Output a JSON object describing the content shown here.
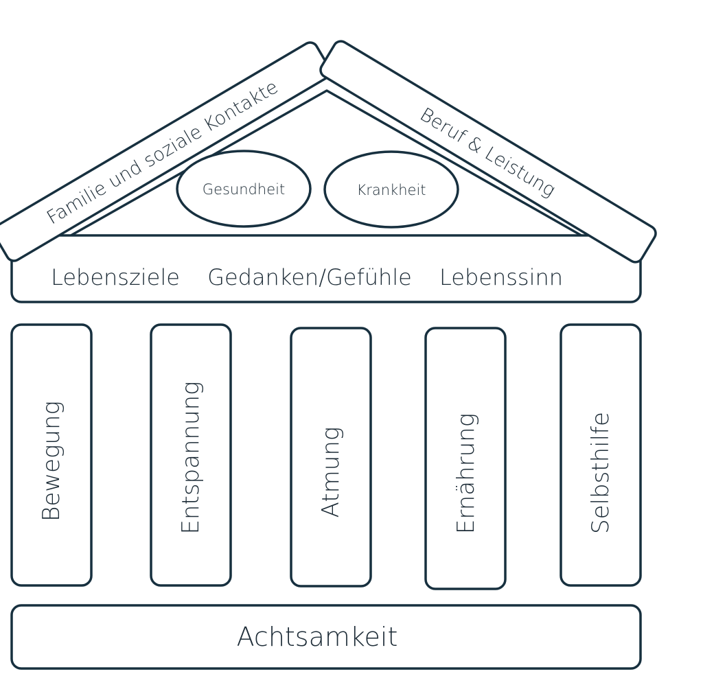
{
  "roof": {
    "left_beam": "Familie und soziale Kontakte",
    "right_beam": "Beruf & Leistung",
    "ovals": [
      "Gesundheit",
      "Krankheit"
    ]
  },
  "beam": {
    "items": [
      "Lebensziele",
      "Gedanken/Gefühle",
      "Lebenssinn"
    ]
  },
  "pillars": [
    "Bewegung",
    "Entspannung",
    "Atmung",
    "Ernährung",
    "Selbsthilfe"
  ],
  "foundation": {
    "label": "Achtsamkeit"
  },
  "colors": {
    "stroke": "#17303f",
    "text": "#1c2b36",
    "background": "#ffffff"
  }
}
